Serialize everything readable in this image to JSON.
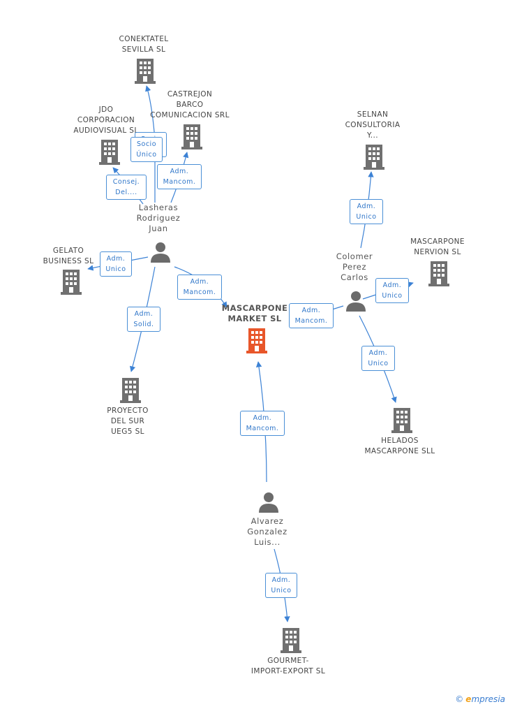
{
  "companies": [
    {
      "id": "conektatel",
      "lines": [
        "CONEKTATEL",
        "SEVILLA SL"
      ]
    },
    {
      "id": "castrejon",
      "lines": [
        "CASTREJON",
        "BARCO",
        "COMUNICACION SRL"
      ]
    },
    {
      "id": "jdo",
      "lines": [
        "JDO",
        "CORPORACION",
        "AUDIOVISUAL SL"
      ]
    },
    {
      "id": "selnan",
      "lines": [
        "SELNAN",
        "CONSULTORIA",
        "Y..."
      ]
    },
    {
      "id": "gelato",
      "lines": [
        "GELATO",
        "BUSINESS SL"
      ]
    },
    {
      "id": "mascarpone-nervion",
      "lines": [
        "MASCARPONE",
        "NERVION SL"
      ]
    },
    {
      "id": "mascarpone-market",
      "lines": [
        "MASCARPONE",
        "MARKET SL"
      ]
    },
    {
      "id": "proyecto",
      "lines": [
        "PROYECTO",
        "DEL SUR",
        "UEG5 SL"
      ]
    },
    {
      "id": "helados",
      "lines": [
        "HELADOS",
        "MASCARPONE SLL"
      ]
    },
    {
      "id": "gourmet",
      "lines": [
        "GOURMET-",
        "IMPORT-EXPORT SL"
      ]
    }
  ],
  "people": [
    {
      "id": "lasheras",
      "lines": [
        "Lasheras",
        "Rodriguez",
        "Juan"
      ]
    },
    {
      "id": "colomer",
      "lines": [
        "Colomer",
        "Perez",
        "Carlos"
      ]
    },
    {
      "id": "alvarez",
      "lines": [
        "Alvarez",
        "Gonzalez",
        "Luis..."
      ]
    }
  ],
  "relations": [
    {
      "id": "socio-unico",
      "lines": [
        "Socio",
        "Único"
      ]
    },
    {
      "id": "consej",
      "lines": [
        "Consej.",
        "Del...."
      ]
    },
    {
      "id": "adm-mancom-castrejon",
      "lines": [
        "Adm.",
        "Mancom."
      ]
    },
    {
      "id": "adm-unico-gelato",
      "lines": [
        "Adm.",
        "Unico"
      ]
    },
    {
      "id": "adm-mancom-lasheras-market",
      "lines": [
        "Adm.",
        "Mancom."
      ]
    },
    {
      "id": "adm-solid",
      "lines": [
        "Adm.",
        "Solid."
      ]
    },
    {
      "id": "adm-mancom-colomer-market",
      "lines": [
        "Adm.",
        "Mancom."
      ]
    },
    {
      "id": "adm-unico-selnan",
      "lines": [
        "Adm.",
        "Unico"
      ]
    },
    {
      "id": "adm-unico-nervion",
      "lines": [
        "Adm.",
        "Unico"
      ]
    },
    {
      "id": "adm-unico-helados",
      "lines": [
        "Adm.",
        "Unico"
      ]
    },
    {
      "id": "adm-mancom-alvarez-market",
      "lines": [
        "Adm.",
        "Mancom."
      ]
    },
    {
      "id": "adm-unico-gourmet",
      "lines": [
        "Adm.",
        "Unico"
      ]
    }
  ],
  "colors": {
    "edge": "#3c82d5",
    "building": "#707070",
    "focus_building": "#e8562a",
    "person": "#6b6b6b"
  },
  "footer": {
    "copyright": "©",
    "brand_e": "e",
    "brand_rest": "mpresia"
  }
}
